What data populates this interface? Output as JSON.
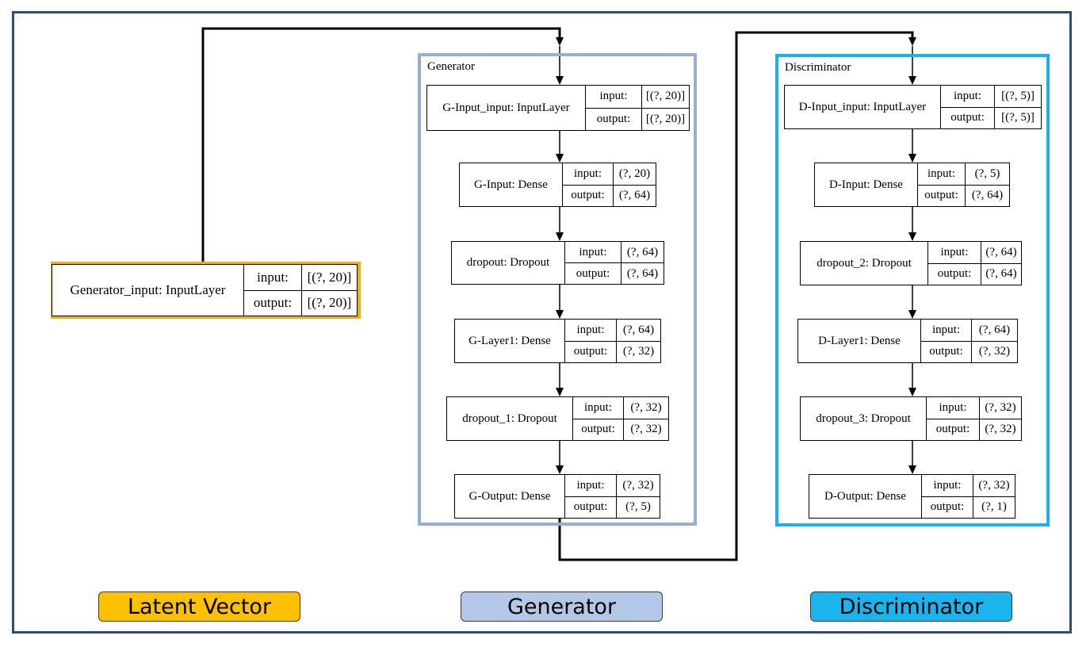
{
  "clusters": {
    "latent": {
      "border": "#f0b400"
    },
    "generator": {
      "title": "Generator",
      "border": "#94aed8"
    },
    "discriminator": {
      "title": "Discriminator",
      "border": "#1ab0e8"
    }
  },
  "latent_node": {
    "label": "Generator_input: InputLayer",
    "input": "[(?, 20)]",
    "output": "[(?, 20)]"
  },
  "generator_nodes": [
    {
      "label": "G-Input_input: InputLayer",
      "input": "[(?, 20)]",
      "output": "[(?, 20)]"
    },
    {
      "label": "G-Input: Dense",
      "input": "(?, 20)",
      "output": "(?, 64)"
    },
    {
      "label": "dropout: Dropout",
      "input": "(?, 64)",
      "output": "(?, 64)"
    },
    {
      "label": "G-Layer1: Dense",
      "input": "(?, 64)",
      "output": "(?, 32)"
    },
    {
      "label": "dropout_1: Dropout",
      "input": "(?, 32)",
      "output": "(?, 32)"
    },
    {
      "label": "G-Output: Dense",
      "input": "(?, 32)",
      "output": "(?, 5)"
    }
  ],
  "discriminator_nodes": [
    {
      "label": "D-Input_input: InputLayer",
      "input": "[(?, 5)]",
      "output": "[(?, 5)]"
    },
    {
      "label": "D-Input: Dense",
      "input": "(?, 5)",
      "output": "(?, 64)"
    },
    {
      "label": "dropout_2: Dropout",
      "input": "(?, 64)",
      "output": "(?, 64)"
    },
    {
      "label": "D-Layer1: Dense",
      "input": "(?, 64)",
      "output": "(?, 32)"
    },
    {
      "label": "dropout_3: Dropout",
      "input": "(?, 32)",
      "output": "(?, 32)"
    },
    {
      "label": "D-Output: Dense",
      "input": "(?, 32)",
      "output": "(?, 1)"
    }
  ],
  "row_keys": {
    "input": "input:",
    "output": "output:"
  },
  "legend": {
    "latent": {
      "label": "Latent Vector",
      "fill": "#ffc000"
    },
    "generator": {
      "label": "Generator",
      "fill": "#b4c7e7"
    },
    "discriminator": {
      "label": "Discriminator",
      "fill": "#1cb4ec"
    }
  },
  "colors": {
    "frame": "#2f4b7c",
    "wire": "#000000"
  }
}
